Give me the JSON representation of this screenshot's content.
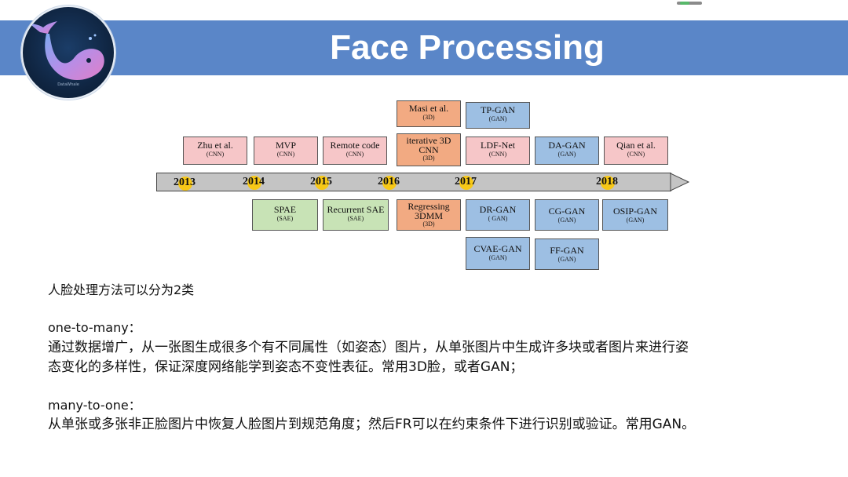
{
  "header": {
    "title": "Face Processing"
  },
  "logo": {
    "caption": "DataWhale",
    "icon": "whale-logo-icon"
  },
  "colors": {
    "header": "#5a86c8",
    "pink": "#f6c6c8",
    "orange": "#f2aa82",
    "blue": "#9dbfe3",
    "green": "#c8e3b6",
    "year_dot": "#f7c817"
  },
  "timeline": {
    "years": [
      "2013",
      "2014",
      "2015",
      "2016",
      "2017",
      "2018"
    ],
    "top_boxes": [
      {
        "title": "Zhu et al.",
        "sub": "(CNN)"
      },
      {
        "title": "MVP",
        "sub": "(CNN)"
      },
      {
        "title": "Remote code",
        "sub": "(CNN)"
      },
      {
        "title": "Masi et al.",
        "sub": "(3D)"
      },
      {
        "title": "iterative 3D CNN",
        "sub": "(3D)"
      },
      {
        "title": "TP-GAN",
        "sub": "(GAN)"
      },
      {
        "title": "LDF-Net",
        "sub": "(CNN)"
      },
      {
        "title": "DA-GAN",
        "sub": "(GAN)"
      },
      {
        "title": "Qian et al.",
        "sub": "(CNN)"
      }
    ],
    "bottom_boxes": [
      {
        "title": "SPAE",
        "sub": "(SAE)"
      },
      {
        "title": "Recurrent SAE",
        "sub": "(SAE)"
      },
      {
        "title": "Regressing 3DMM",
        "sub": "(3D)"
      },
      {
        "title": "DR-GAN",
        "sub": "( GAN)"
      },
      {
        "title": "CG-GAN",
        "sub": "(GAN)"
      },
      {
        "title": "OSIP-GAN",
        "sub": "(GAN)"
      },
      {
        "title": "CVAE-GAN",
        "sub": "(GAN)"
      },
      {
        "title": "FF-GAN",
        "sub": "(GAN)"
      }
    ]
  },
  "body": {
    "intro": "人脸处理方法可以分为2类",
    "one_to_many_heading": "one-to-many：",
    "one_to_many_line1": "通过数据增广，从一张图生成很多个有不同属性（如姿态）图片，从单张图片中生成许多块或者图片来进行姿",
    "one_to_many_line2": "态变化的多样性，保证深度网络能学到姿态不变性表征。常用3D脸，或者GAN；",
    "many_to_one_heading": "many-to-one：",
    "many_to_one_line1": "从单张或多张非正脸图片中恢复人脸图片到规范角度；然后FR可以在约束条件下进行识别或验证。常用GAN。"
  }
}
